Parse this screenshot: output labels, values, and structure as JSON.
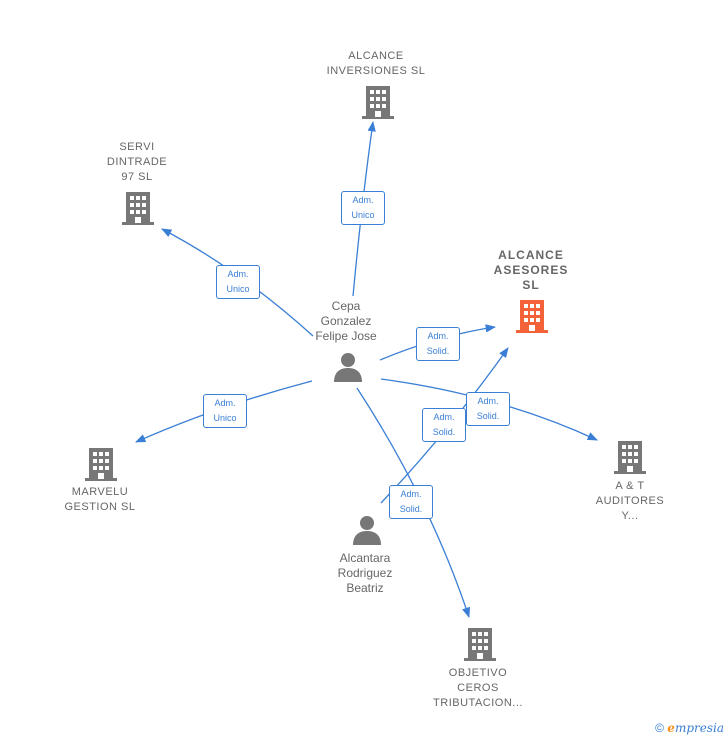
{
  "colors": {
    "edge": "#3a7fd5",
    "building": "#777777",
    "building_focus": "#f4623a",
    "person": "#777777"
  },
  "nodes": {
    "alcance_inversiones": {
      "label": "ALCANCE\nINVERSIONES SL",
      "icon": "building-icon"
    },
    "servi_dintrade": {
      "label": "SERVI\nDINTRADE\n97  SL",
      "icon": "building-icon"
    },
    "alcance_asesores": {
      "label": "ALCANCE\nASESORES\nSL",
      "icon": "building-icon"
    },
    "marvelu": {
      "label": "MARVELU\nGESTION  SL",
      "icon": "building-icon"
    },
    "at_auditores": {
      "label": "A & T\nAUDITORES\nY...",
      "icon": "building-icon"
    },
    "objetivo_ceros": {
      "label": "OBJETIVO\nCEROS\nTRIBUTACION...",
      "icon": "building-icon"
    },
    "cepa": {
      "label": "Cepa\nGonzalez\nFelipe Jose",
      "icon": "person-icon"
    },
    "alcantara": {
      "label": "Alcantara\nRodriguez\nBeatriz",
      "icon": "person-icon"
    }
  },
  "edges": [
    {
      "from": "cepa",
      "to": "alcance_inversiones",
      "label": "Adm.\nUnico"
    },
    {
      "from": "cepa",
      "to": "servi_dintrade",
      "label": "Adm.\nUnico"
    },
    {
      "from": "cepa",
      "to": "alcance_asesores",
      "label": "Adm.\nSolid."
    },
    {
      "from": "cepa",
      "to": "marvelu",
      "label": "Adm.\nUnico"
    },
    {
      "from": "cepa",
      "to": "at_auditores",
      "label": "Adm.\nSolid."
    },
    {
      "from": "alcantara",
      "to": "alcance_asesores",
      "label": "Adm.\nSolid."
    },
    {
      "from": "cepa",
      "to": "objetivo_ceros",
      "label": "Adm.\nSolid."
    }
  ],
  "footer": {
    "copyright": "©",
    "brand_e": "e",
    "brand_rest": "mpresia"
  }
}
